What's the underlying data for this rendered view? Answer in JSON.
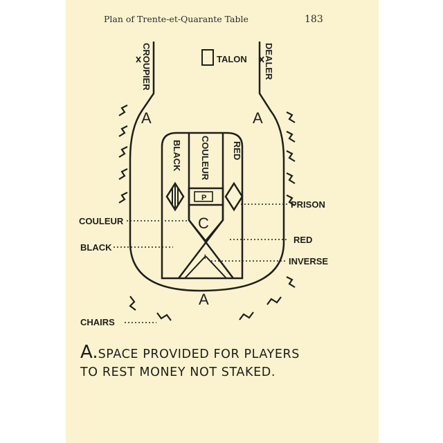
{
  "header": {
    "running_head": "Plan of Trente-et-Quarante Table",
    "page_number": "183"
  },
  "diagram": {
    "croupier": "CROUPIER",
    "dealer": "DEALER",
    "talon": "TALON",
    "space_marker": "A",
    "black": "BLACK",
    "couleur": "COULEUR",
    "red": "RED",
    "p_marker": "P",
    "c_marker": "C",
    "i_marker": "I",
    "callouts": {
      "couleur": "COULEUR",
      "black": "BLACK",
      "chairs": "CHAIRS",
      "prison": "PRISON",
      "red": "RED",
      "inverse": "INVERSE"
    }
  },
  "caption": {
    "letter": "A.",
    "line1": "SPACE PROVIDED FOR PLAYERS",
    "line2": "TO REST MONEY NOT STAKED."
  }
}
